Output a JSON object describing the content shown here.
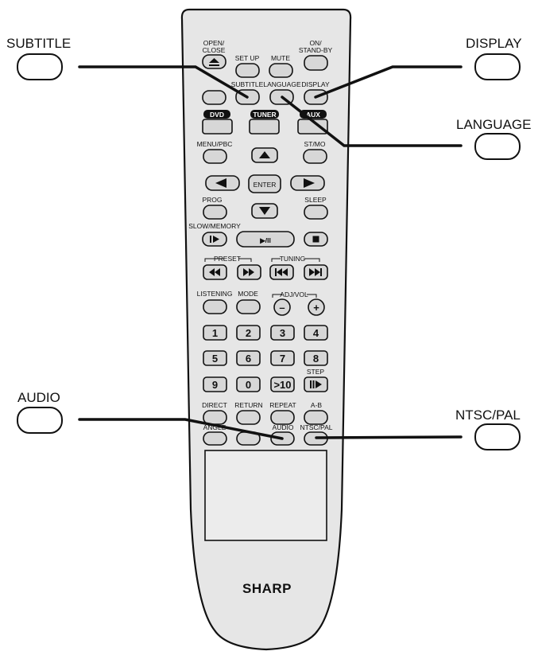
{
  "callouts": {
    "subtitle": "SUBTITLE",
    "display": "DISPLAY",
    "language": "LANGUAGE",
    "audio": "AUDIO",
    "ntsc_pal": "NTSC/PAL"
  },
  "remote": {
    "brand": "SHARP",
    "labels": {
      "open_close_1": "OPEN/",
      "open_close_2": "CLOSE",
      "set_up": "SET UP",
      "mute": "MUTE",
      "on_standby_1": "ON/",
      "on_standby_2": "STAND-BY",
      "subtitle": "SUBTITLE",
      "language": "LANGUAGE",
      "display": "DISPLAY",
      "menu_pbc": "MENU/PBC",
      "st_mo": "ST/MO",
      "enter": "ENTER",
      "prog": "PROG",
      "sleep": "SLEEP",
      "slow_memory": "SLOW/MEMORY",
      "play_pause": "▶/II",
      "preset": "PRESET",
      "tuning": "TUNING",
      "listening": "LISTENING",
      "mode": "MODE",
      "adj_vol": "ADJ/VOL",
      "minus": "–",
      "plus": "+",
      "step": "STEP",
      "direct": "DIRECT",
      "return": "RETURN",
      "repeat": "REPEAT",
      "a_b": "A-B",
      "angle": "ANGLE",
      "audio": "AUDIO",
      "ntsc_pal": "NTSC/PAL"
    },
    "sources": {
      "dvd": "DVD",
      "tuner": "TUNER",
      "aux": "AUX"
    },
    "digits": [
      "1",
      "2",
      "3",
      "4",
      "5",
      "6",
      "7",
      "8",
      "9",
      "0",
      ">10"
    ]
  }
}
